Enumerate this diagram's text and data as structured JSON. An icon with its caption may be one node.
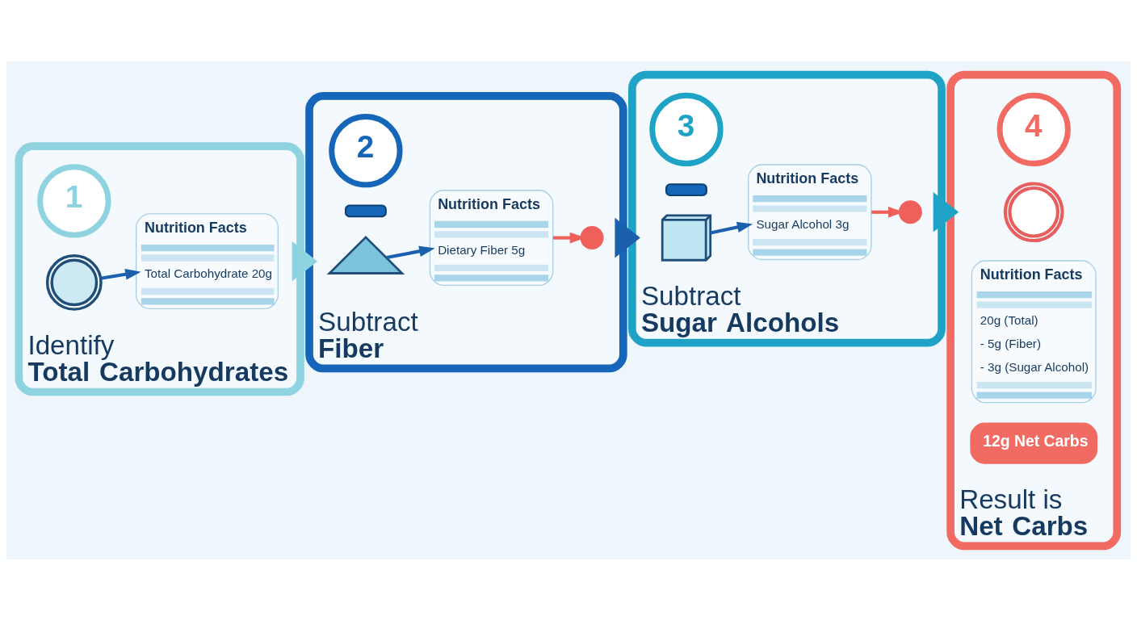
{
  "diagram": {
    "nodes": [
      {
        "text": [
          "Identify **Total Carbohydrates**"
        ]
      },
      {
        "text": [
          "1"
        ],
        "in": 0
      },
      {
        "text": [],
        "shape": "picture",
        "in": 0
      },
      {
        "text": [
          "Nutrition Facts",
          "Total Carbohydrate 20g"
        ],
        "in": 0
      },
      {
        "text": [
          "Subtract **Fiber**"
        ]
      },
      {
        "text": [
          "2"
        ],
        "in": 4
      },
      {
        "text": [],
        "shape": "bar",
        "in": 4
      },
      {
        "text": [],
        "shape": "picture",
        "in": 4
      },
      {
        "text": [
          "Nutrition Facts",
          "Dietary Fiber 5g"
        ],
        "in": 4
      },
      {
        "text": [],
        "shape": "circle",
        "in": 4
      },
      {
        "text": [
          "Subtract **Sugar Alcohols**"
        ]
      },
      {
        "text": [
          "3"
        ],
        "in": 10
      },
      {
        "text": [],
        "shape": "bar",
        "in": 10
      },
      {
        "text": [],
        "shape": "picture",
        "in": 10
      },
      {
        "text": [
          "Nutrition Facts",
          "Sugar Alcohol 3g"
        ],
        "in": 10
      },
      {
        "text": [],
        "shape": "circle",
        "in": 10
      },
      {
        "text": [
          "Result is **Net Carbs**"
        ]
      },
      {
        "text": [
          "4"
        ],
        "in": 16
      },
      {
        "text": [],
        "shape": "picture",
        "in": 16
      },
      {
        "text": [
          "Nutrition Facts",
          "20g (Total)",
          "- 5g (Fiber)",
          "- 3g (Sugar Alcohol)"
        ],
        "in": 16
      },
      {
        "text": [
          "12g Net Carbs"
        ],
        "in": 16
      }
    ],
    "edges": [
      {
        "from": 2,
        "to": 3,
        "arrow": "to"
      },
      {
        "from": 0,
        "to": 4,
        "arrow": "to",
        "style": "thick",
        "color": "#8ed3df"
      },
      {
        "from": 7,
        "to": 8,
        "arrow": "to"
      },
      {
        "from": 8,
        "to": 9,
        "arrow": "to",
        "color": "#f0605a"
      },
      {
        "from": 4,
        "to": 10,
        "arrow": "to",
        "style": "thick"
      },
      {
        "from": 13,
        "to": 14,
        "arrow": "to"
      },
      {
        "from": 14,
        "to": 15,
        "arrow": "to",
        "color": "#f0605a"
      },
      {
        "from": 10,
        "to": 16,
        "arrow": "to",
        "style": "thick",
        "color": "#1ea3c6"
      }
    ]
  }
}
